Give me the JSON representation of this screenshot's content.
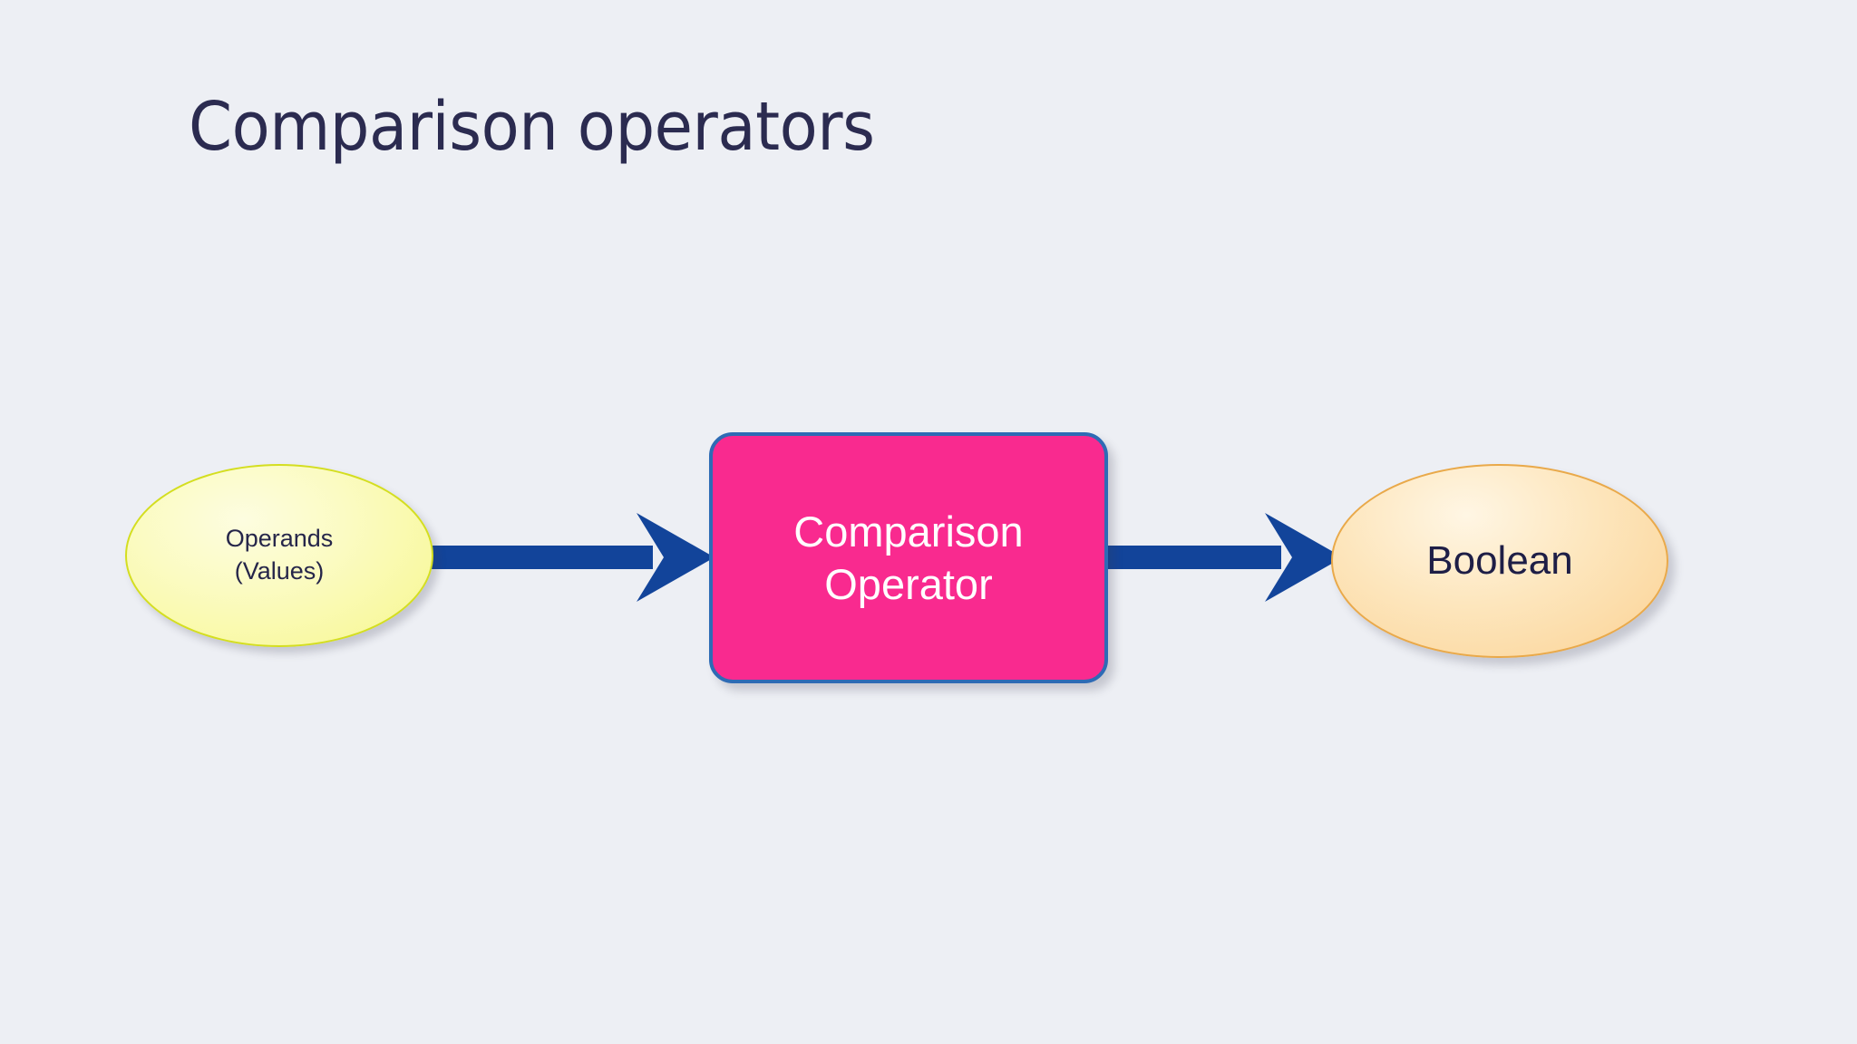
{
  "slide": {
    "title": "Comparison operators",
    "background_color": "#edeff4",
    "title_color": "#2b2b50"
  },
  "diagram": {
    "type": "flow",
    "orientation": "left-to-right",
    "nodes": [
      {
        "id": "operands",
        "shape": "ellipse",
        "label_line1": "Operands",
        "label_line2": "(Values)",
        "fill_color": "#fbfbc2",
        "border_color": "#d4de20",
        "text_color": "#26264a"
      },
      {
        "id": "operator",
        "shape": "rounded-rectangle",
        "label_line1": "Comparison",
        "label_line2": "Operator",
        "fill_color": "#f92a8f",
        "border_color": "#2e6bb5",
        "text_color": "#ffffff"
      },
      {
        "id": "boolean",
        "shape": "ellipse",
        "label_line1": "Boolean",
        "fill_color": "#fde6bd",
        "border_color": "#e9a94a",
        "text_color": "#1e1e46"
      }
    ],
    "edges": [
      {
        "id": "operands-to-operator",
        "from": "operands",
        "to": "operator",
        "style": "block-arrow",
        "color": "#12449a"
      },
      {
        "id": "operator-to-boolean",
        "from": "operator",
        "to": "boolean",
        "style": "block-arrow",
        "color": "#12449a"
      }
    ]
  }
}
